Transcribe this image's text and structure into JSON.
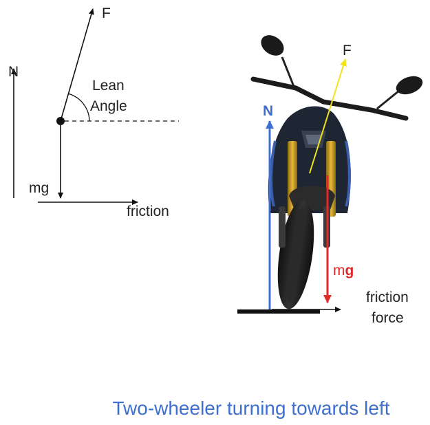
{
  "free_body_diagram": {
    "force_label": "F",
    "normal_label": "N",
    "weight_label": "mg",
    "friction_label": "friction",
    "angle_label_line1": "Lean",
    "angle_label_line2": "Angle"
  },
  "motorcycle_diagram": {
    "force_label": "F",
    "normal_label": "N",
    "weight_label_prefix": "m",
    "weight_label_bold": "g",
    "friction_line1": "friction",
    "friction_line2": "force"
  },
  "caption": "Two-wheeler turning towards left",
  "colors": {
    "normal": "#3d6fd1",
    "weight": "#e02a2a",
    "resultant": "#f2e21c",
    "ink": "#111111",
    "caption": "#3d6fd1"
  }
}
